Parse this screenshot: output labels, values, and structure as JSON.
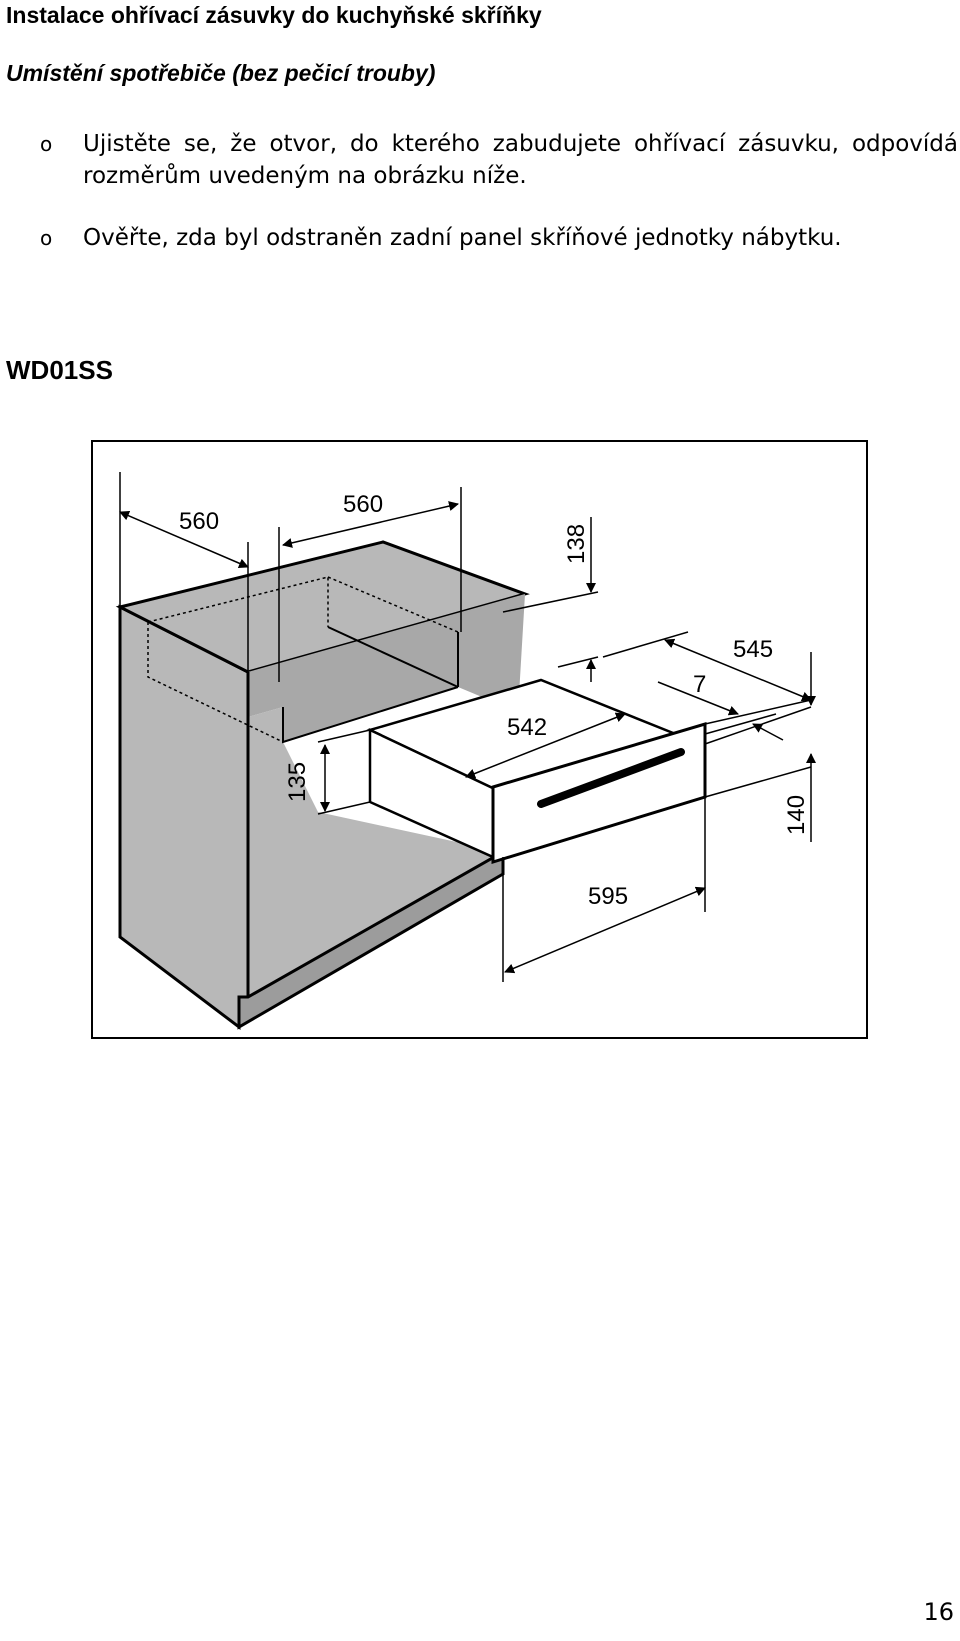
{
  "heading": "Instalace ohřívací zásuvky do kuchyňské skříňky",
  "subheading": "Umístění spotřebiče (bez pečicí trouby)",
  "bullets": [
    {
      "marker": "o",
      "text": "Ujistěte se, že otvor, do kterého zabudujete ohřívací zásuvku, odpovídá rozměrům uvedeným na obrázku níže."
    },
    {
      "marker": "o",
      "text": "Ověřte, zda byl odstraněn zadní panel skříňové jednotky nábytku."
    }
  ],
  "model": "WD01SS",
  "diagram": {
    "dims": {
      "top_width_left": "560",
      "top_width_right": "560",
      "top_height": "138",
      "depth": "545",
      "offset": "7",
      "drawer_depth": "542",
      "drawer_height": "135",
      "front_height": "140",
      "front_width": "595"
    },
    "colors": {
      "cabinet": "#b8b8b8",
      "cabinet_dark": "#9c9c9c",
      "line": "#000000"
    }
  },
  "page_number": "16"
}
